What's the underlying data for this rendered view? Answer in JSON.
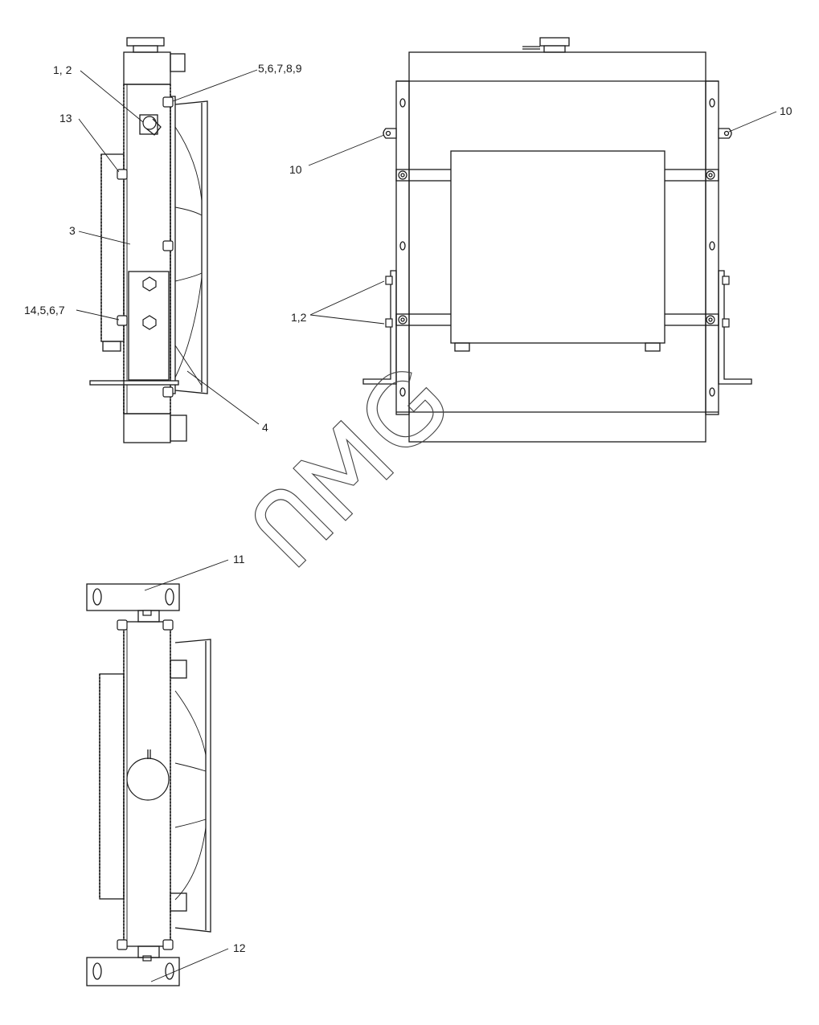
{
  "callouts": {
    "c_1_2_side": "1, 2",
    "c_13": "13",
    "c_5_9": "5,6,7,8,9",
    "c_3": "3",
    "c_14": "14,5,6,7",
    "c_4": "4",
    "c_10_left": "10",
    "c_10_right": "10",
    "c_1_2_front": "1,2",
    "c_11": "11",
    "c_12": "12"
  },
  "watermark": {
    "text": "UMG"
  }
}
